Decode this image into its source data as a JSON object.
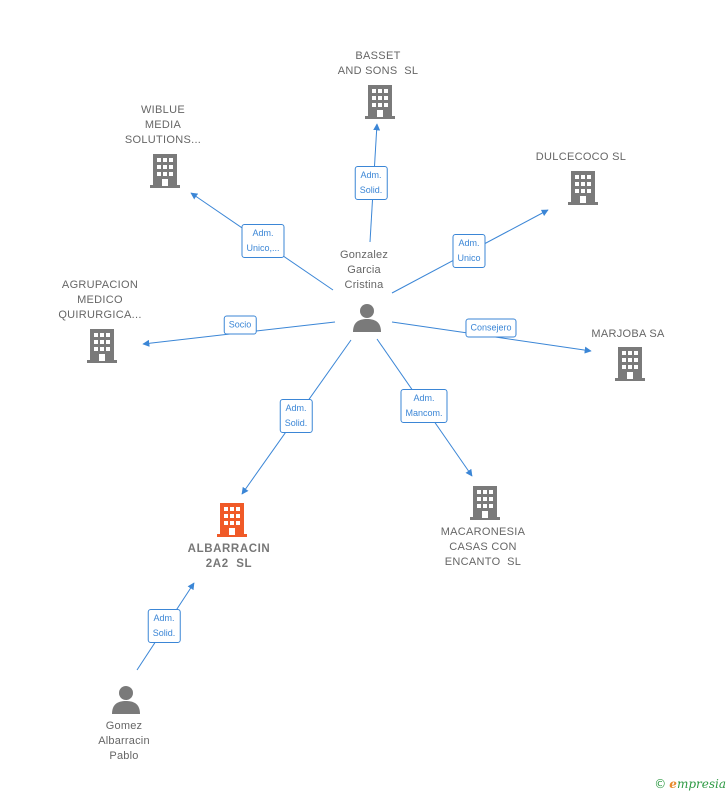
{
  "colors": {
    "edge": "#3b86d6",
    "company_icon": "#7a7a7a",
    "focus_icon": "#f05a28",
    "person_icon": "#7a7a7a",
    "label": "#666666"
  },
  "nodes": {
    "center_person": {
      "lines": [
        "Gonzalez",
        "Garcia",
        "Cristina"
      ],
      "icon": "person-icon"
    },
    "basset": {
      "lines": [
        "BASSET",
        "AND SONS  SL"
      ],
      "icon": "building-icon"
    },
    "wiblue": {
      "lines": [
        "WIBLUE",
        "MEDIA",
        "SOLUTIONS..."
      ],
      "icon": "building-icon"
    },
    "dulcecoco": {
      "lines": [
        "DULCECOCO SL"
      ],
      "icon": "building-icon"
    },
    "agrupacion": {
      "lines": [
        "AGRUPACION",
        "MEDICO",
        "QUIRURGICA..."
      ],
      "icon": "building-icon"
    },
    "marjoba": {
      "lines": [
        "MARJOBA SA"
      ],
      "icon": "building-icon"
    },
    "albarracin": {
      "lines": [
        "ALBARRACIN",
        "2A2  SL"
      ],
      "icon": "building-icon"
    },
    "macaronesia": {
      "lines": [
        "MACARONESIA",
        "CASAS CON",
        "ENCANTO  SL"
      ],
      "icon": "building-icon"
    },
    "gomez": {
      "lines": [
        "Gomez",
        "Albarracin",
        "Pablo"
      ],
      "icon": "person-icon"
    }
  },
  "edges": {
    "basset": [
      "Adm.",
      "Solid."
    ],
    "wiblue": [
      "Adm.",
      "Unico,..."
    ],
    "dulcecoco": [
      "Adm.",
      "Unico"
    ],
    "agrupacion": [
      "Socio"
    ],
    "marjoba": [
      "Consejero"
    ],
    "albarracin": [
      "Adm.",
      "Solid."
    ],
    "macaronesia": [
      "Adm.",
      "Mancom."
    ],
    "gomez": [
      "Adm.",
      "Solid."
    ]
  },
  "footer": {
    "copyright": "©",
    "brand_first": "e",
    "brand_rest": "mpresia"
  }
}
